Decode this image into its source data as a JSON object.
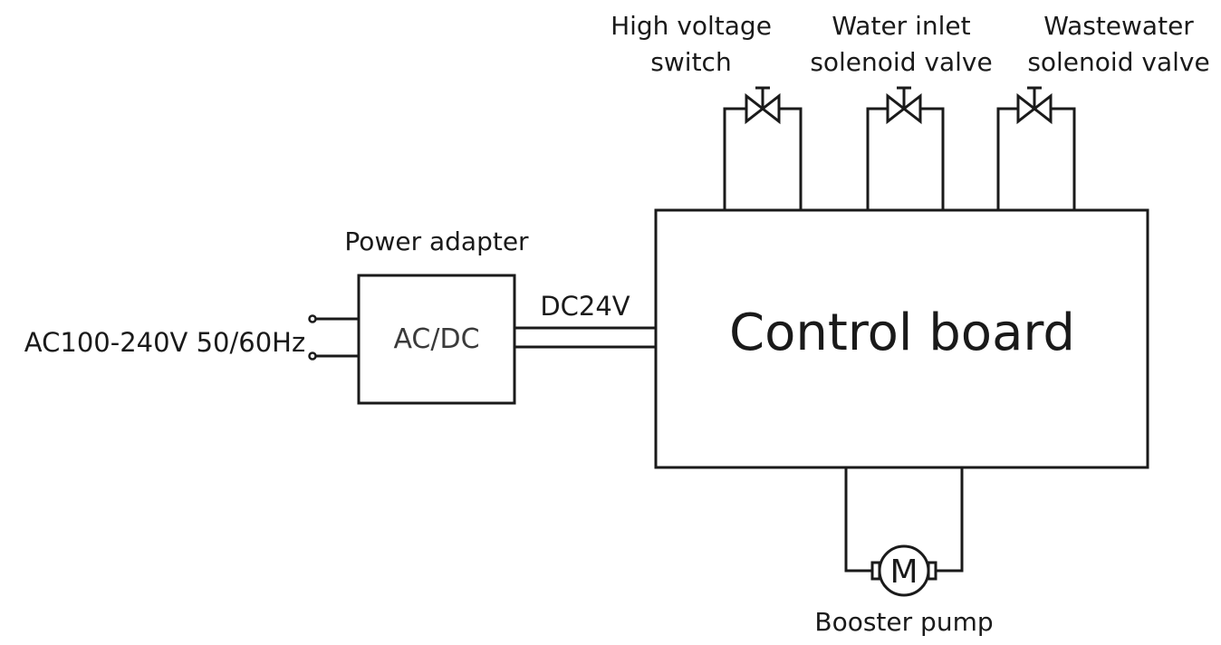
{
  "labels": {
    "input_voltage": "AC100-240V 50/60Hz",
    "power_adapter": "Power adapter",
    "adapter_function": "AC/DC",
    "dc_output": "DC24V",
    "control_board": "Control board",
    "high_voltage_switch": [
      "High voltage",
      "switch"
    ],
    "water_inlet_valve": [
      "Water inlet",
      "solenoid valve"
    ],
    "wastewater_valve": [
      "Wastewater",
      "solenoid valve"
    ],
    "booster_pump": "Booster pump",
    "motor_symbol": "M"
  },
  "colors": {
    "line": "#1a1a1a",
    "background": "#ffffff"
  }
}
